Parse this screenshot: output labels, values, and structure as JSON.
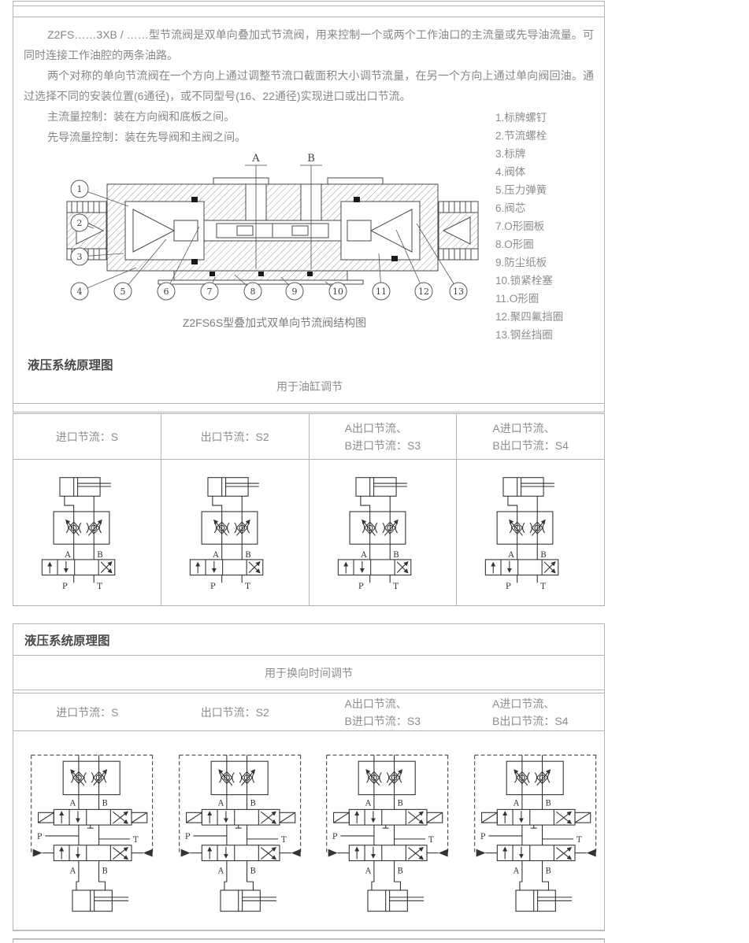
{
  "intro": {
    "paragraph1": "Z2FS……3XB / ……型节流阀是双单向叠加式节流阀，用来控制一个或两个工作油口的主流量或先导油流量。可同时连接工作油腔的两条油路。",
    "paragraph2": "两个对称的单向节流阀在一个方向上通过调整节流口截面积大小调节流量，在另一个方向上通过单向阀回油。通过选择不同的安装位置(6通径)，或不同型号(16、22通径)实现进口或出口节流。",
    "line_main": "主流量控制：装在方向阀和底板之间。",
    "line_pilot": "先导流量控制：装在先导阀和主阀之间。"
  },
  "diagram": {
    "label_a": "A",
    "label_b": "B",
    "caption": "Z2FS6S型叠加式双单向节流阀结构图",
    "callouts": [
      "1",
      "2",
      "3",
      "4",
      "5",
      "6",
      "7",
      "8",
      "9",
      "10",
      "11",
      "12",
      "13"
    ],
    "parts": [
      "1.标牌螺钉",
      "2.节流螺栓",
      "3.标牌",
      "4.阀体",
      "5.压力弹簧",
      "6.阀芯",
      "7.O形圈板",
      "8.O形圈",
      "9.防尘纸板",
      "10.锁紧栓塞",
      "11.O形圈",
      "12.聚四氟挡圈",
      "13.钢丝挡圈"
    ]
  },
  "schematic": {
    "port_a": "A",
    "port_b": "B",
    "port_p": "P",
    "port_t": "T"
  },
  "section1": {
    "title": "液压系统原理图",
    "subtitle": "用于油缸调节",
    "columns": [
      {
        "lines": [
          "进口节流：S"
        ]
      },
      {
        "lines": [
          "出口节流：S2"
        ]
      },
      {
        "lines": [
          "A出口节流、",
          "B进口节流：S3"
        ]
      },
      {
        "lines": [
          "A进口节流、",
          "B出口节流：S4"
        ]
      }
    ]
  },
  "section2": {
    "title": "液压系统原理图",
    "subtitle": "用于换向时间调节",
    "columns": [
      {
        "lines": [
          "进口节流：S"
        ]
      },
      {
        "lines": [
          "出口节流：S2"
        ]
      },
      {
        "lines": [
          "A出口节流、",
          "B进口节流：S3"
        ]
      },
      {
        "lines": [
          "A进口节流、",
          "B出口节流：S4"
        ]
      }
    ]
  }
}
